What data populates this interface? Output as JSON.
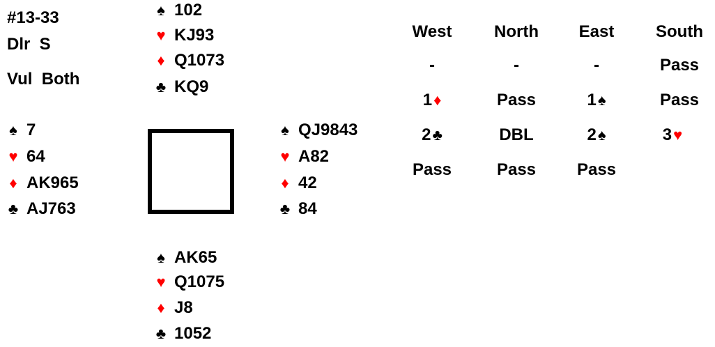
{
  "board": {
    "number": "#13-33",
    "dealer": "Dlr  S",
    "vulnerability": "Vul  Both"
  },
  "suits": {
    "spade": "♠",
    "heart": "♥",
    "diamond": "♦",
    "club": "♣",
    "spade_color": "#000000",
    "heart_color": "#ff0000",
    "diamond_color": "#ff0000",
    "club_color": "#000000"
  },
  "hands": {
    "north": {
      "spades": "102",
      "hearts": "KJ93",
      "diamonds": "Q1073",
      "clubs": "KQ9"
    },
    "west": {
      "spades": "7",
      "hearts": "64",
      "diamonds": "AK965",
      "clubs": "AJ763"
    },
    "east": {
      "spades": "QJ9843",
      "hearts": "A82",
      "diamonds": "42",
      "clubs": "84"
    },
    "south": {
      "spades": "AK65",
      "hearts": "Q1075",
      "diamonds": "J8",
      "clubs": "1052"
    }
  },
  "auction": {
    "headers": [
      "West",
      "North",
      "East",
      "South"
    ],
    "rows": [
      [
        "-",
        "-",
        "-",
        "Pass"
      ],
      [
        "1",
        "Pass",
        "1",
        "Pass"
      ],
      [
        "2",
        "DBL",
        "2",
        "3"
      ],
      [
        "Pass",
        "Pass",
        "Pass",
        ""
      ]
    ]
  }
}
